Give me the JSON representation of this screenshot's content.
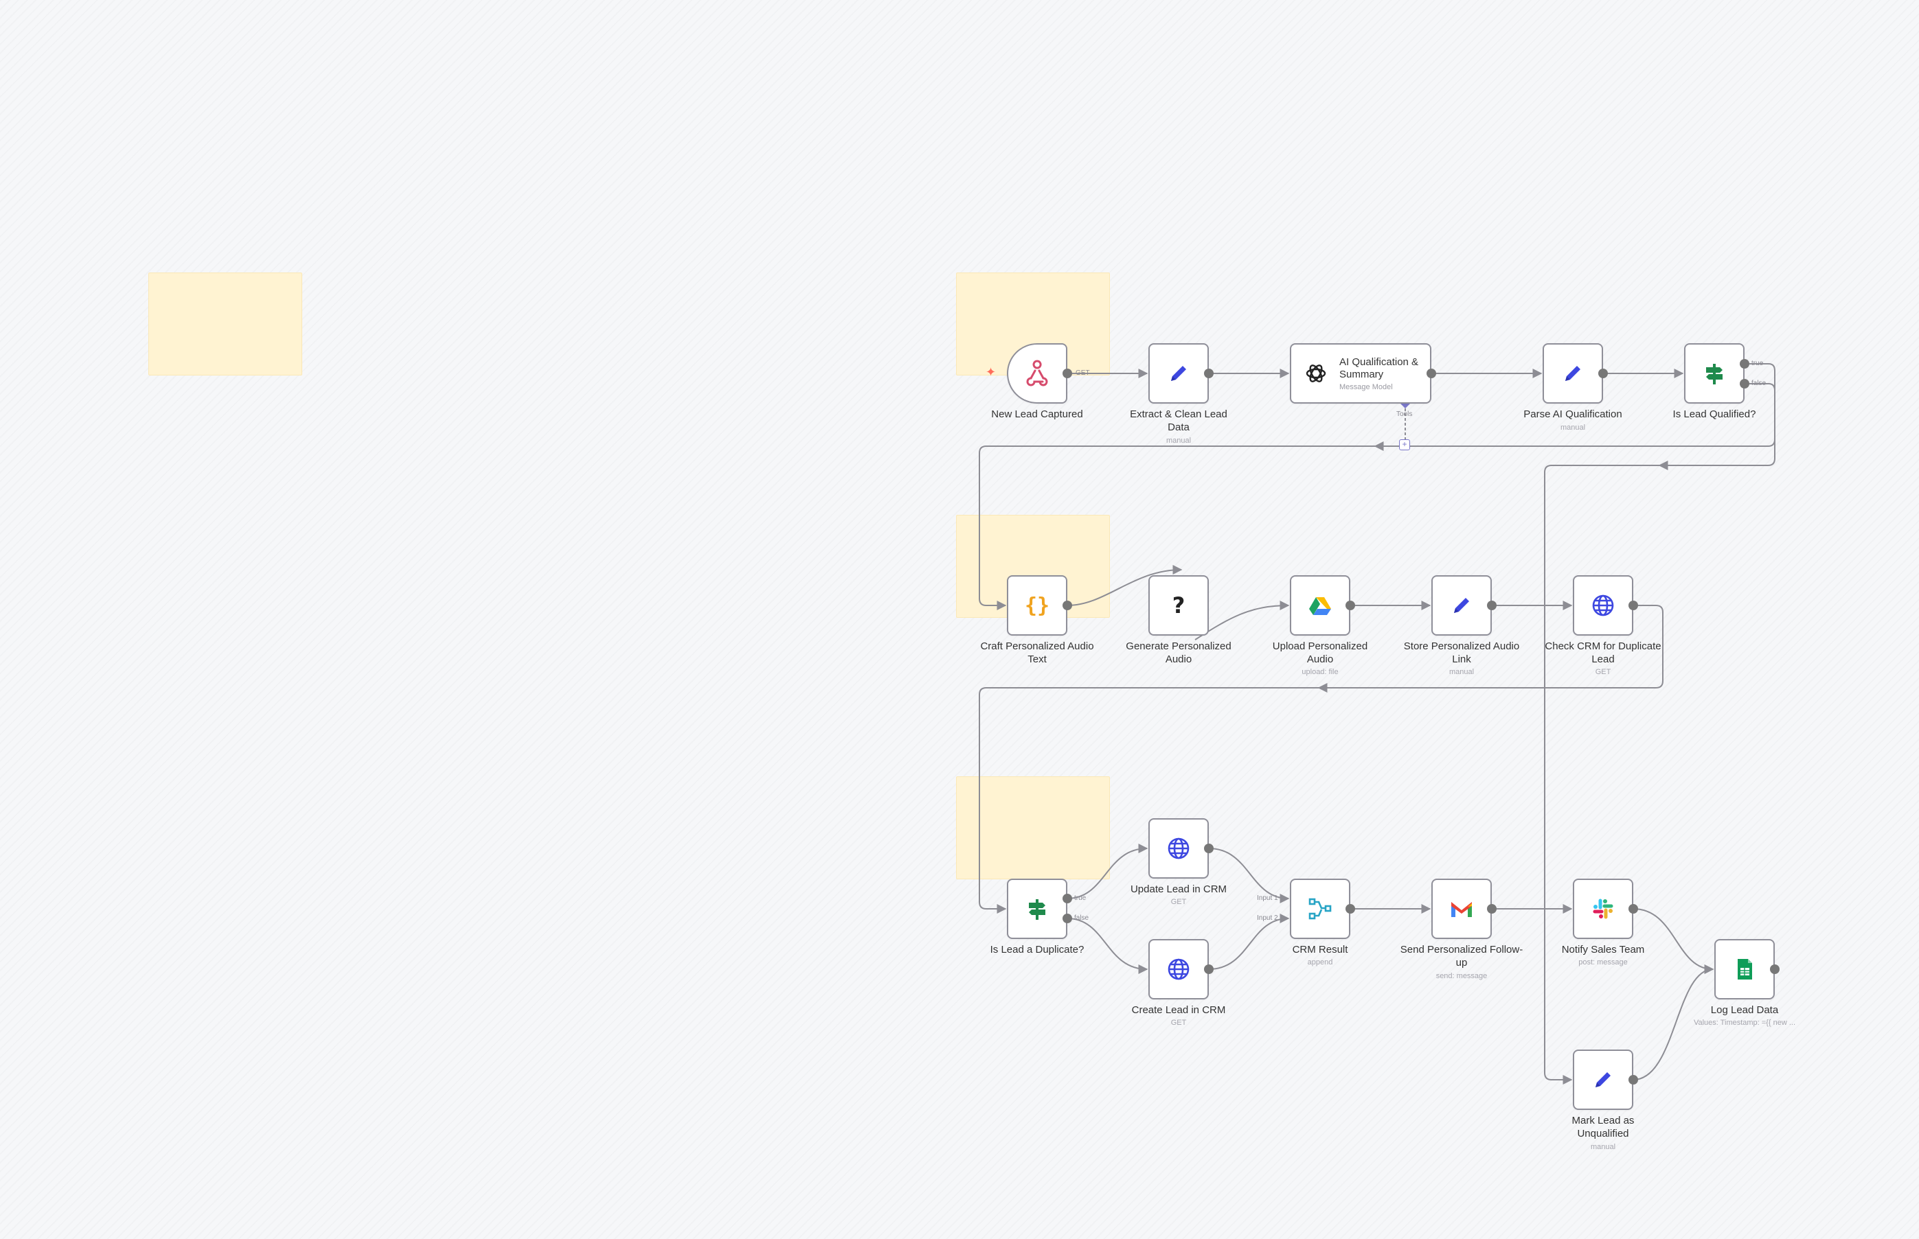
{
  "canvas": {
    "background": "#f6f7f9",
    "sticky_color": "#fff3d2",
    "edge_color": "#8d8d94",
    "connector_color": "#777777"
  },
  "nodes": {
    "new_lead": {
      "label": "New Lead Captured",
      "icon": "webhook-icon",
      "port_label": "GET"
    },
    "extract": {
      "label": "Extract & Clean Lead Data",
      "sub": "manual",
      "icon": "pencil-icon"
    },
    "ai_qual": {
      "title": "AI Qualification & Summary",
      "sub": "Message Model",
      "icon": "openai-icon",
      "tools_label": "Tools"
    },
    "parse_ai": {
      "label": "Parse AI Qualification",
      "sub": "manual",
      "icon": "pencil-icon"
    },
    "is_qualified": {
      "label": "Is Lead Qualified?",
      "icon": "signpost-icon",
      "true_label": "true",
      "false_label": "false"
    },
    "craft_audio": {
      "label": "Craft Personalized Audio Text",
      "icon": "code-braces-icon"
    },
    "gen_audio": {
      "label": "Generate Personalized Audio",
      "icon": "question-icon"
    },
    "upload_audio": {
      "label": "Upload Personalized Audio",
      "sub": "upload: file",
      "icon": "google-drive-icon"
    },
    "store_link": {
      "label": "Store Personalized Audio Link",
      "sub": "manual",
      "icon": "pencil-icon"
    },
    "check_crm": {
      "label": "Check CRM for Duplicate Lead",
      "sub": "GET",
      "icon": "globe-icon"
    },
    "is_duplicate": {
      "label": "Is Lead a Duplicate?",
      "icon": "signpost-icon",
      "true_label": "true",
      "false_label": "false"
    },
    "update_crm": {
      "label": "Update Lead in CRM",
      "sub": "GET",
      "icon": "globe-icon"
    },
    "create_crm": {
      "label": "Create Lead in CRM",
      "sub": "GET",
      "icon": "globe-icon"
    },
    "crm_result": {
      "label": "CRM Result",
      "sub": "append",
      "icon": "merge-icon",
      "input1_label": "Input 1",
      "input2_label": "Input 2"
    },
    "send_followup": {
      "label": "Send Personalized Follow-up",
      "sub": "send: message",
      "icon": "gmail-icon"
    },
    "notify_sales": {
      "label": "Notify Sales Team",
      "sub": "post: message",
      "icon": "slack-icon"
    },
    "log_lead": {
      "label": "Log Lead Data",
      "sub": "Values: Timestamp: ={{ new ...",
      "icon": "google-sheets-icon"
    },
    "mark_unqualified": {
      "label": "Mark Lead as Unqualified",
      "sub": "manual",
      "icon": "pencil-icon"
    }
  }
}
